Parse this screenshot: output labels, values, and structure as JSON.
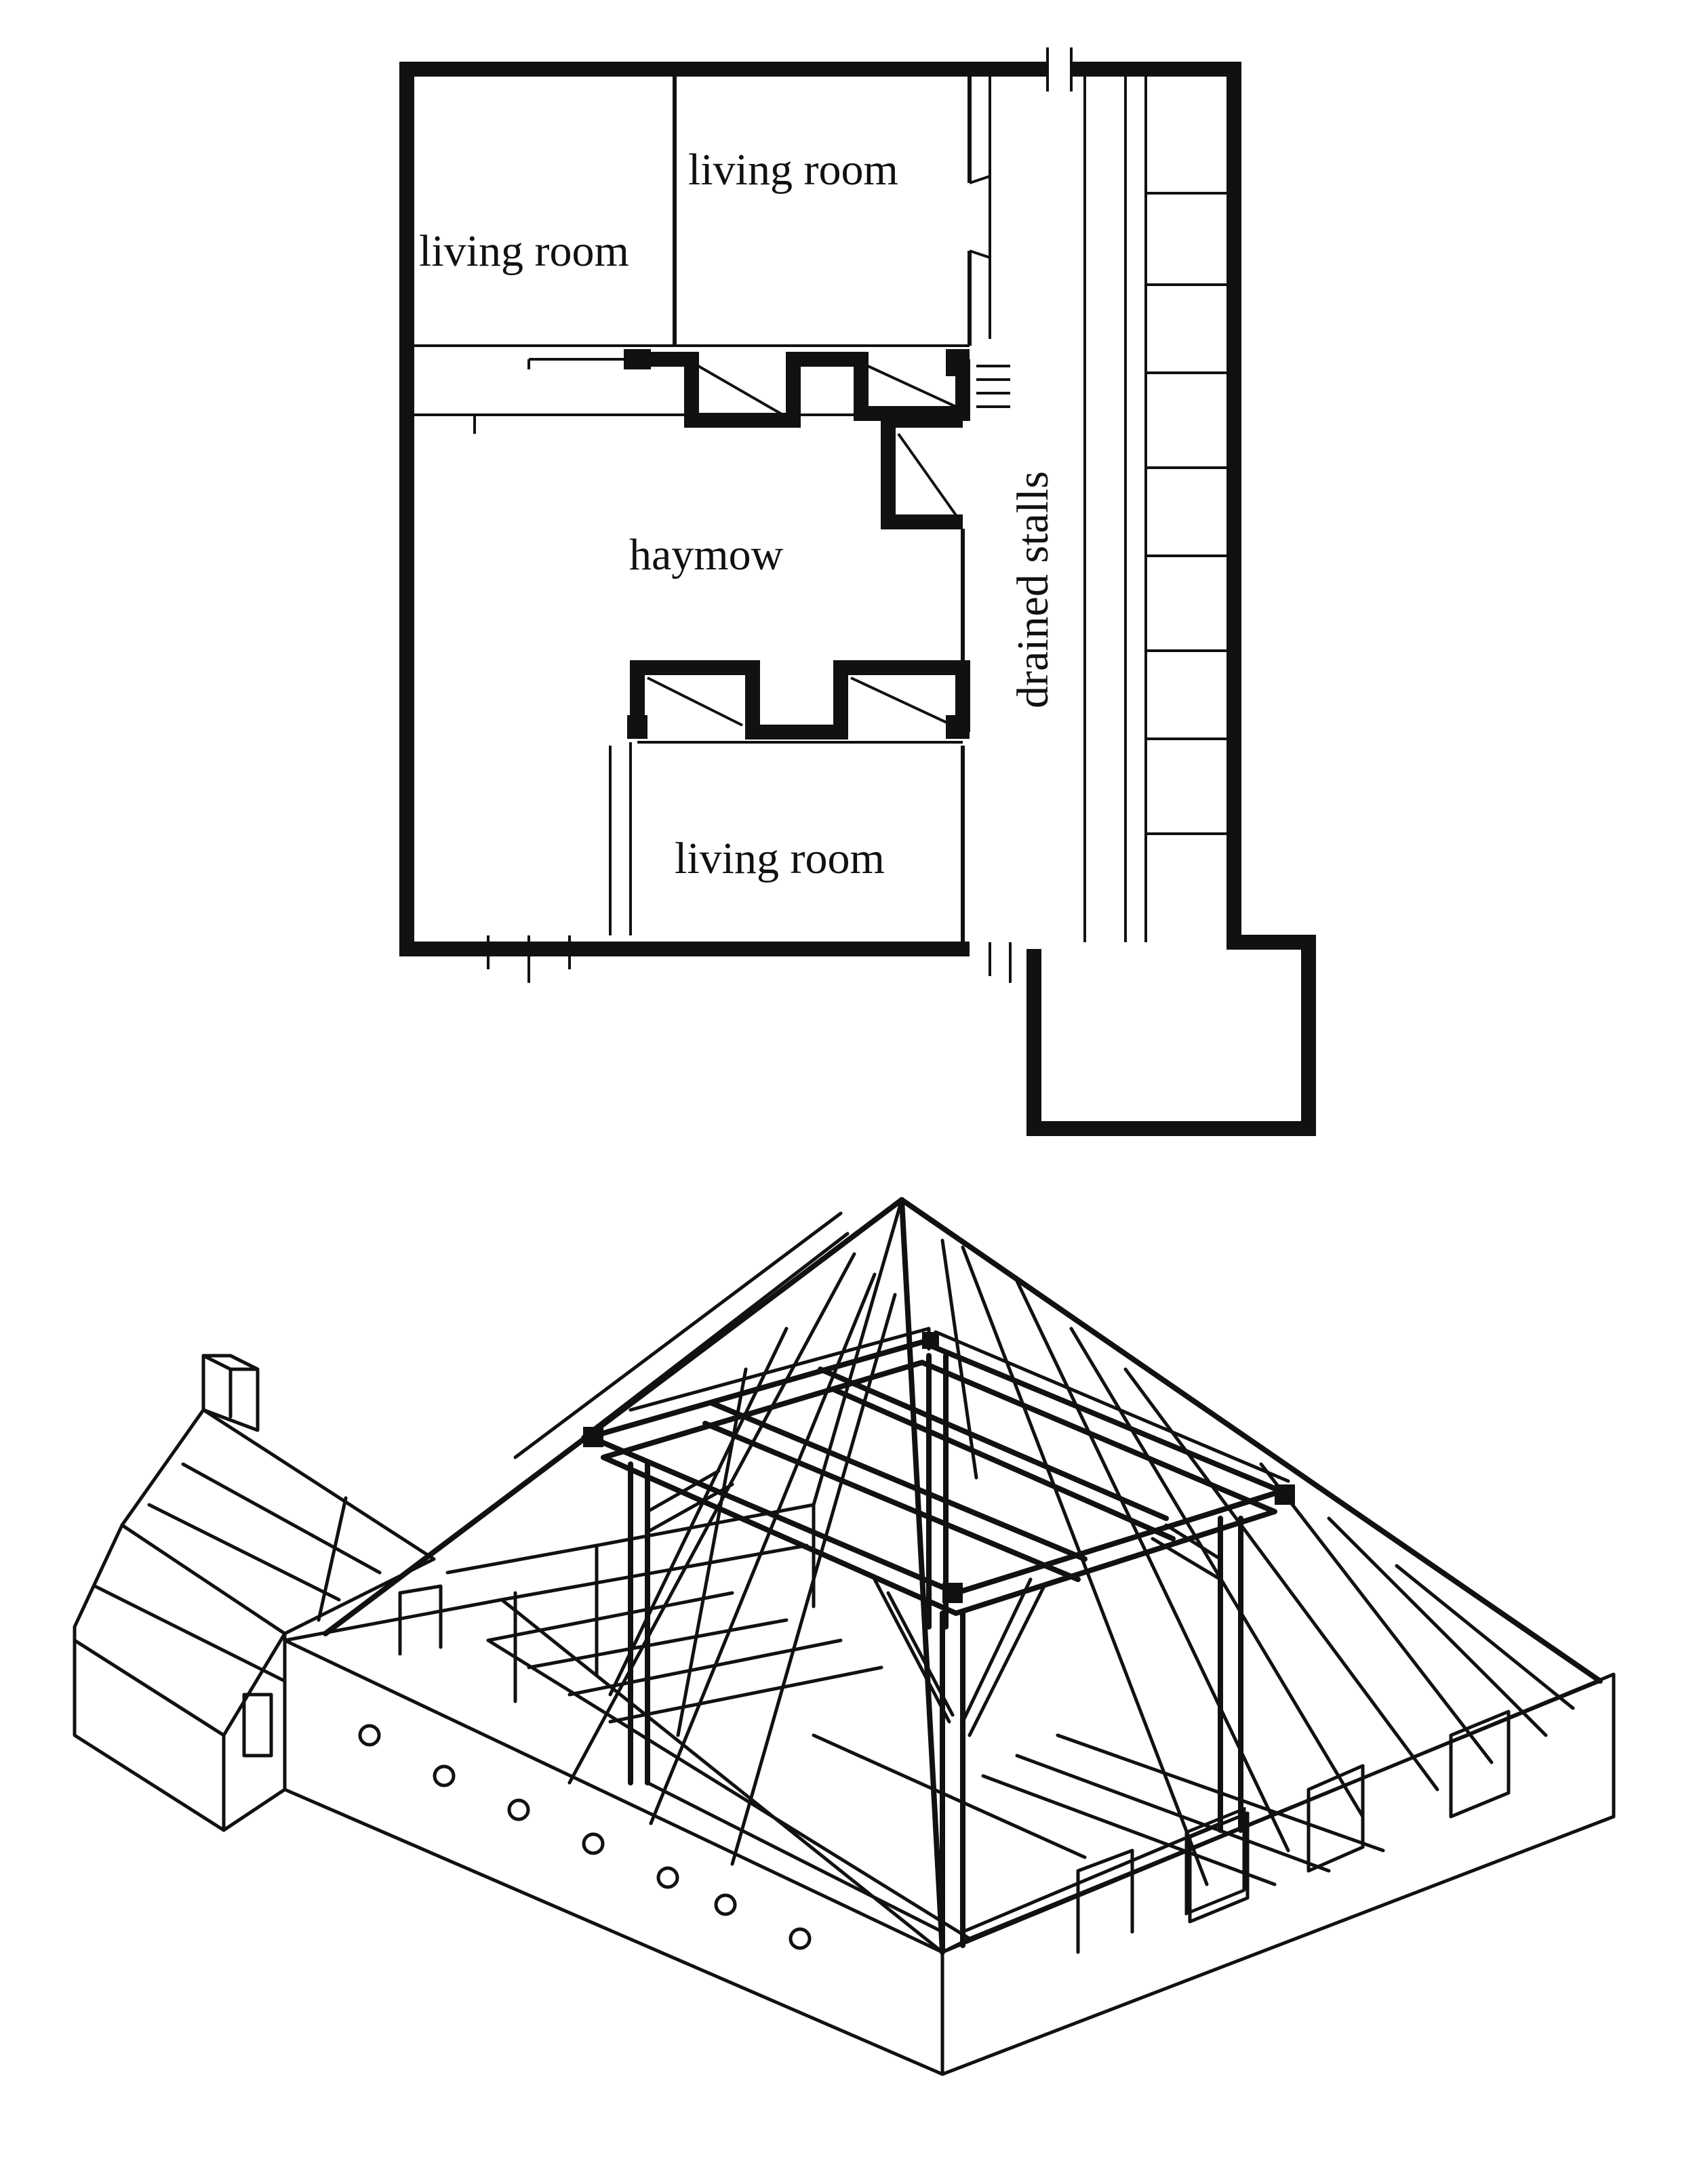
{
  "plan": {
    "labels": {
      "living_room_top": "living room",
      "living_room_left": "living room",
      "haymow": "haymow",
      "drained_stalls": "drained stalls",
      "living_room_bottom": "living room"
    }
  },
  "colors": {
    "ink": "#111111",
    "paper": "#ffffff"
  }
}
